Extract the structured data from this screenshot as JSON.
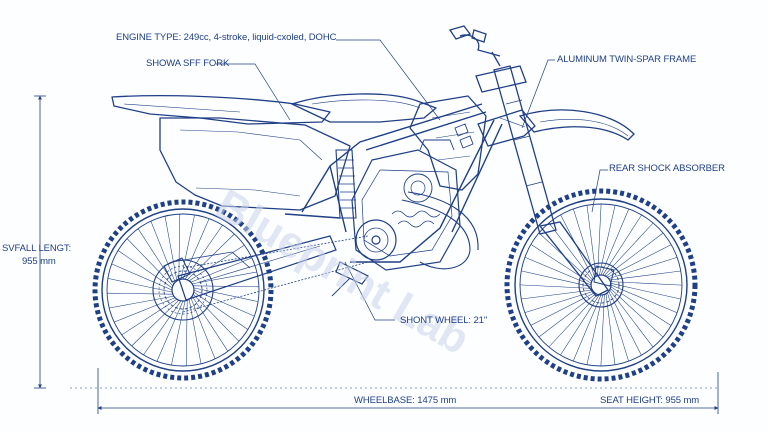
{
  "labels": {
    "engine_type": "ENGINE TYPE: 249cc, 4-stroke, liquid-cxoled, DOHC",
    "fork": "SHOWA SFF FORK",
    "frame": "ALUMINUM TWIN-SPAR FRAME",
    "rear_shock": "REAR SHOCK ABSORBER",
    "overall_length": "SVFALL LENGT:",
    "overall_length_value": "955 mm",
    "front_wheel": "SHONT WHEEL: 21\"",
    "wheelbase": "WHEELBASE: 1475 mm",
    "seat_height": "SEAT HEIGHT: 955 mm"
  },
  "watermark": "Blueprint Lab",
  "colors": {
    "ink": "#1f3f86",
    "ink_light": "#5a78b8",
    "paper": "#fdfeff"
  }
}
